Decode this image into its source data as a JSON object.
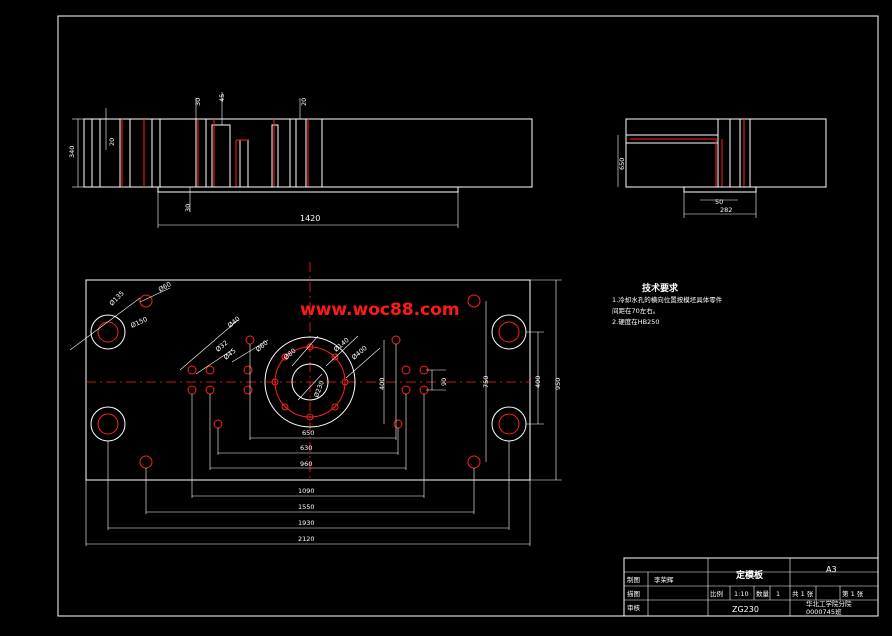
{
  "watermark": "www.woc88.com",
  "top_view": {
    "dim_height": "340",
    "dim_20_left": "20",
    "dim_30_a": "30",
    "dim_45": "45",
    "dim_20_b": "20",
    "dim_30_bottom": "30",
    "dim_width": "1420"
  },
  "side_view": {
    "dim_height": "650",
    "dim_50": "50",
    "dim_282": "282"
  },
  "plan_view": {
    "dia_135": "Ø135",
    "dia_60_a": "Ø60",
    "dia_150": "Ø150",
    "dia_40": "Ø40",
    "dia_32": "Ø32",
    "dia_45": "Ø45",
    "dia_60_b": "Ø60",
    "dia_80": "Ø80",
    "dia_140": "Ø140",
    "dia_400": "Ø400",
    "dia_230": "Ø230",
    "dim_400_a": "400",
    "dim_90": "90",
    "dim_750": "750",
    "dim_400_b": "400",
    "dim_950": "950",
    "dim_650": "650",
    "dim_630": "630",
    "dim_960": "960",
    "dim_1090": "1090",
    "dim_1550": "1550",
    "dim_1930": "1930",
    "dim_2120": "2120"
  },
  "notes": {
    "title": "技术要求",
    "line1": "1.冷却水孔的横向位置按模坯具体零件",
    "line2": "  间距在70左右。",
    "line3": "2.硬度在HB250"
  },
  "title_block": {
    "part_name": "定模板",
    "paper_size": "A3",
    "label_drawn": "制图",
    "drawn_by": "李荣辉",
    "label_design": "描图",
    "label_review": "审核",
    "label_scale": "比例",
    "scale": "1:10",
    "label_qty": "数量",
    "qty": "1",
    "sheets": "共 1 张",
    "sheet_no": "第 1 张",
    "material": "ZG230",
    "school": "华北工学院分院",
    "class_code": "0000745班"
  }
}
